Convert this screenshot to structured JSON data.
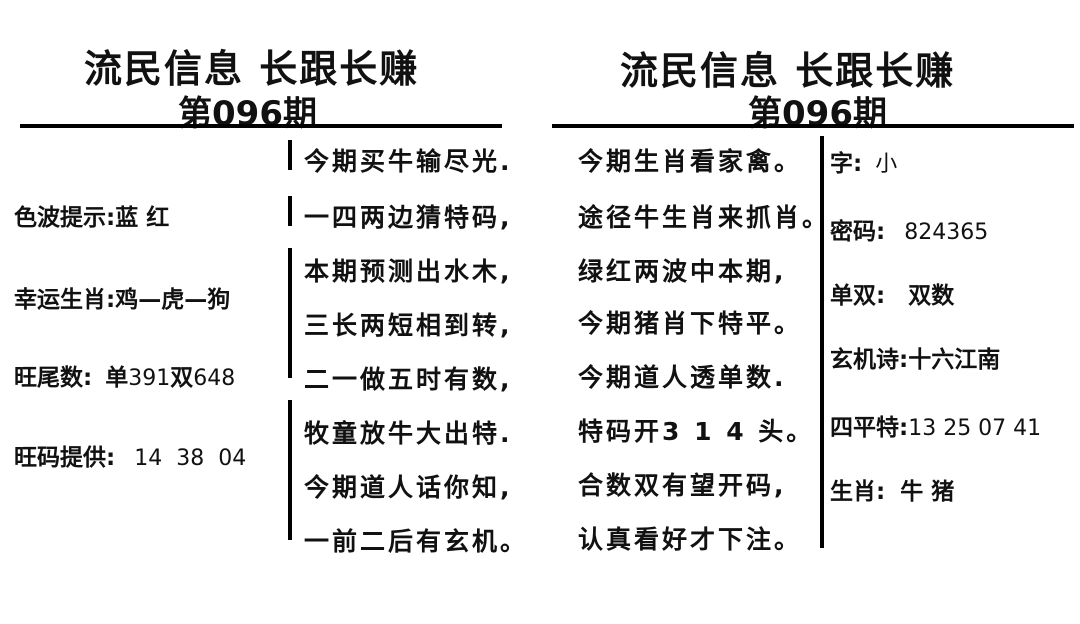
{
  "left_panel": {
    "title": "流民信息  长跟长赚",
    "issue": "第096期",
    "info": {
      "color_label": "色波提示:",
      "color_value": "蓝 红",
      "zodiac_label": "幸运生肖:",
      "zodiac_value": "鸡—虎—狗",
      "tail_label": "旺尾数:",
      "tail_single": "单",
      "tail_single_nums": "391",
      "tail_double": "双",
      "tail_double_nums": "648",
      "code_label": "旺码提供:",
      "code_value": "14  38  04"
    },
    "poem": [
      "今期买牛输尽光.",
      "一四两边猜特码,",
      "本期预测出水木,",
      "三长两短相到转,",
      "二一做五时有数,",
      "牧童放牛大出特.",
      "今期道人话你知,",
      "一前二后有玄机。"
    ]
  },
  "right_panel": {
    "title": "流民信息  长跟长赚",
    "issue": "第096期",
    "poem": [
      "今期生肖看家禽。",
      "途径牛生肖来抓肖。",
      "绿红两波中本期,",
      "今期猪肖下特平。",
      "今期道人透单数.",
      "特码开3 1 4 头。",
      "合数双有望开码,",
      "认真看好才下注。"
    ],
    "info": {
      "zi_label": "字:",
      "zi_value": "小",
      "mima_label": "密码:",
      "mima_value": "824365",
      "danshuang_label": "单双:",
      "danshuang_value": "双数",
      "xuanji_label": "玄机诗:",
      "xuanji_value": "十六江南",
      "siping_label": "四平特:",
      "siping_value": "13 25 07 41",
      "shengxiao_label": "生肖:",
      "shengxiao_value": "牛 猪"
    }
  }
}
